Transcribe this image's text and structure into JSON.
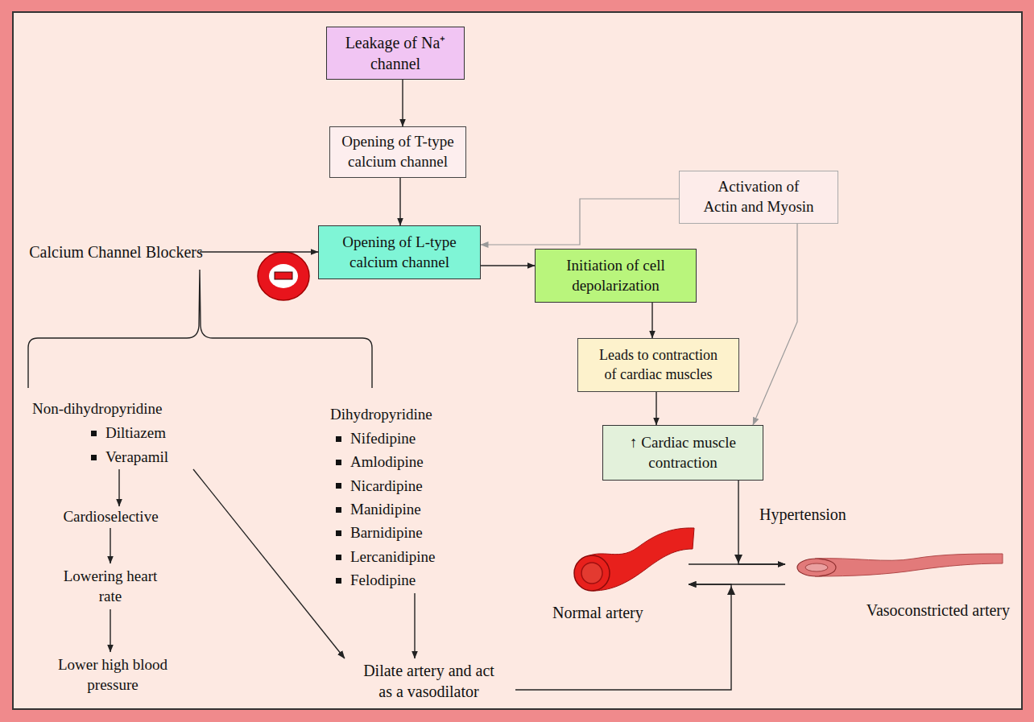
{
  "diagram": {
    "nodes": [
      {
        "text": [
          "Leakage of Na⁺ channel"
        ]
      },
      {
        "text": [
          "Opening of T-type calcium channel"
        ]
      },
      {
        "text": [
          "Activation of Actin and Myosin"
        ]
      },
      {
        "text": [
          "Calcium Channel Blockers"
        ]
      },
      {
        "text": [
          "Opening of L-type calcium channel"
        ]
      },
      {
        "text": [
          "Initiation of cell depolarization"
        ]
      },
      {
        "text": [
          "Leads to contraction of cardiac muscles"
        ]
      },
      {
        "text": [
          "Non-dihydropyridine",
          "Diltiazem",
          "Verapamil"
        ]
      },
      {
        "text": [
          "Dihydropyridine",
          "Nifedipine",
          "Amlodipine",
          "Nicardipine",
          "Manidipine",
          "Barnidipine",
          "Lercanidipine",
          "Felodipine"
        ]
      },
      {
        "text": [
          "↑ Cardiac muscle contraction"
        ]
      },
      {
        "text": [
          "Cardioselective"
        ]
      },
      {
        "text": [
          "Normal artery"
        ]
      },
      {
        "text": [
          "Vasoconstricted artery"
        ]
      },
      {
        "text": [
          "Lowering heart rate"
        ]
      },
      {
        "text": [
          "Lower high blood pressure"
        ]
      },
      {
        "text": [
          "Dilate artery and act as a vasodilator"
        ]
      }
    ],
    "edges": [
      {
        "from": 0,
        "to": 1,
        "arrow": "to"
      },
      {
        "from": 1,
        "to": 4,
        "arrow": "to"
      },
      {
        "from": 2,
        "to": 4,
        "arrow": "to"
      },
      {
        "from": 3,
        "to": 4,
        "arrow": "to"
      },
      {
        "from": 4,
        "to": 5,
        "arrow": "to"
      },
      {
        "from": 5,
        "to": 6,
        "arrow": "to"
      },
      {
        "from": 6,
        "to": 9,
        "arrow": "to"
      },
      {
        "from": 2,
        "to": 9,
        "arrow": "to"
      },
      {
        "from": 7,
        "to": 10,
        "arrow": "to"
      },
      {
        "from": 7,
        "to": 15,
        "arrow": "to"
      },
      {
        "from": 8,
        "to": 15,
        "arrow": "to"
      },
      {
        "from": 10,
        "to": 13,
        "arrow": "to"
      },
      {
        "from": 13,
        "to": 14,
        "arrow": "to"
      },
      {
        "from": 9,
        "to": 12,
        "label": "Hypertension",
        "arrow": "to"
      },
      {
        "from": 11,
        "to": 12,
        "arrow": "to"
      },
      {
        "from": 12,
        "to": 11,
        "arrow": "to"
      },
      {
        "from": 15,
        "to": 11,
        "arrow": "to"
      }
    ]
  }
}
